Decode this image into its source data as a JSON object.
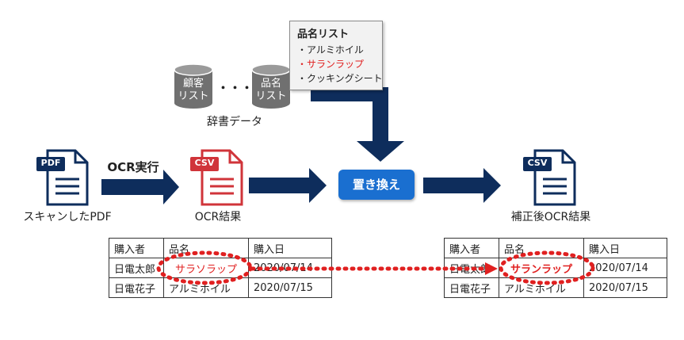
{
  "note": {
    "title": "品名リスト",
    "items": [
      {
        "text": "・アルミホイル",
        "color": "#222222"
      },
      {
        "text": "・サランラップ",
        "color": "#e02020"
      },
      {
        "text": "・クッキングシート",
        "color": "#222222"
      }
    ]
  },
  "dictionary": {
    "db1": [
      "顧客",
      "リスト"
    ],
    "db2": [
      "品名",
      "リスト"
    ],
    "ellipsis": "・・・",
    "label": "辞書データ"
  },
  "flow": {
    "pdf_badge": "PDF",
    "pdf_label": "スキャンしたPDF",
    "ocr_step": "OCR実行",
    "csv_badge": "CSV",
    "ocr_result_label": "OCR結果",
    "replace_label": "置き換え",
    "corrected_label": "補正後OCR結果"
  },
  "colors": {
    "navy": "#0e2d5c",
    "csv_red": "#d0343a",
    "highlight_red": "#e02020",
    "accent_blue": "#1a6fd0"
  },
  "table_before": {
    "headers": [
      "購入者",
      "品名",
      "購入日"
    ],
    "rows": [
      [
        "日電太郎",
        "サラソラップ",
        "2020/07/14"
      ],
      [
        "日電花子",
        "アルミホイル",
        "2020/07/15"
      ]
    ]
  },
  "table_after": {
    "headers": [
      "購入者",
      "品名",
      "購入日"
    ],
    "rows": [
      [
        "日電太郎",
        "サランラップ",
        "2020/07/14"
      ],
      [
        "日電花子",
        "アルミホイル",
        "2020/07/15"
      ]
    ]
  }
}
